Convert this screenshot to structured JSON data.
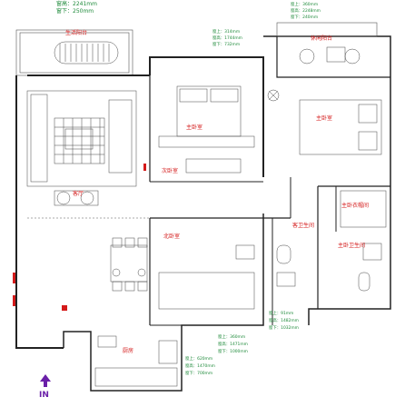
{
  "dimension_blocks": {
    "balcony_top": {
      "lines": [
        "窗高：2241mm",
        "窗下：250mm"
      ]
    },
    "master_window": {
      "lines": [
        "窗上：314mm",
        "窗高：1744mm",
        "窗下：732mm"
      ]
    },
    "right_top": {
      "lines": [
        "窗上：360mm",
        "窗高：2248mm",
        "窗下：240mm"
      ]
    },
    "bath_bottom": {
      "lines": [
        "窗上：91mm",
        "窗高：1482mm",
        "窗下：1032mm"
      ]
    },
    "second_bottom": {
      "lines": [
        "窗上：360mm",
        "窗高：1471mm",
        "窗下：1000mm"
      ]
    },
    "kitchen_bottom": {
      "lines": [
        "窗上：620mm",
        "窗高：1470mm",
        "窗下：700mm"
      ]
    }
  },
  "rooms": {
    "living_balcony": "生活阳台",
    "leisure_balcony": "休闲阳台",
    "master_bedroom_1": "主卧室",
    "master_bedroom_2": "主卧室",
    "secondary_bedroom": "次卧室",
    "living_room": "客厅",
    "guest_bath": "客卫生间",
    "master_closet": "主卧衣帽间",
    "master_bath": "主卧卫生间",
    "dining": "北卧室",
    "kitchen": "厨房"
  },
  "entry_label": "IN",
  "colors": {
    "text": "#1e8a3a",
    "room": "#d41a1a",
    "wall": "#222222",
    "entry": "#6a1fa8"
  }
}
